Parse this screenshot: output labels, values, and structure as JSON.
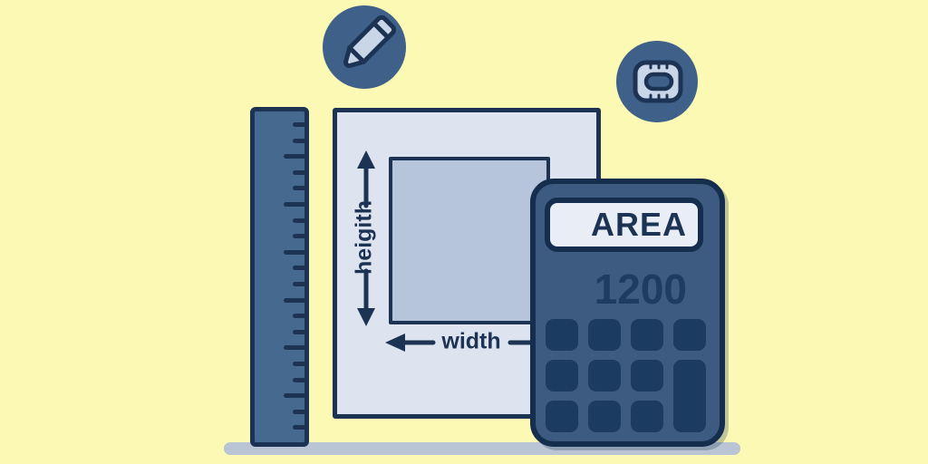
{
  "illustration": {
    "background_color": "#fbf9b3",
    "ground_shadow_color": "#b9c4d5",
    "outline_color": "#1c3354"
  },
  "badges": {
    "pencil_icon": "pencil-icon",
    "eraser_icon": "eraser-icon",
    "badge_color": "#3e6089"
  },
  "diagram": {
    "height_label": "heigith",
    "width_label": "width"
  },
  "ruler": {
    "tick_count": 20,
    "long_tick_every": 3,
    "body_color": "#45698f"
  },
  "calculator": {
    "display_text": "AREA",
    "result": "1200",
    "button_count": 11,
    "body_color": "#3d5b80",
    "button_color": "#1c3b60",
    "display_color": "#e9eef6"
  }
}
